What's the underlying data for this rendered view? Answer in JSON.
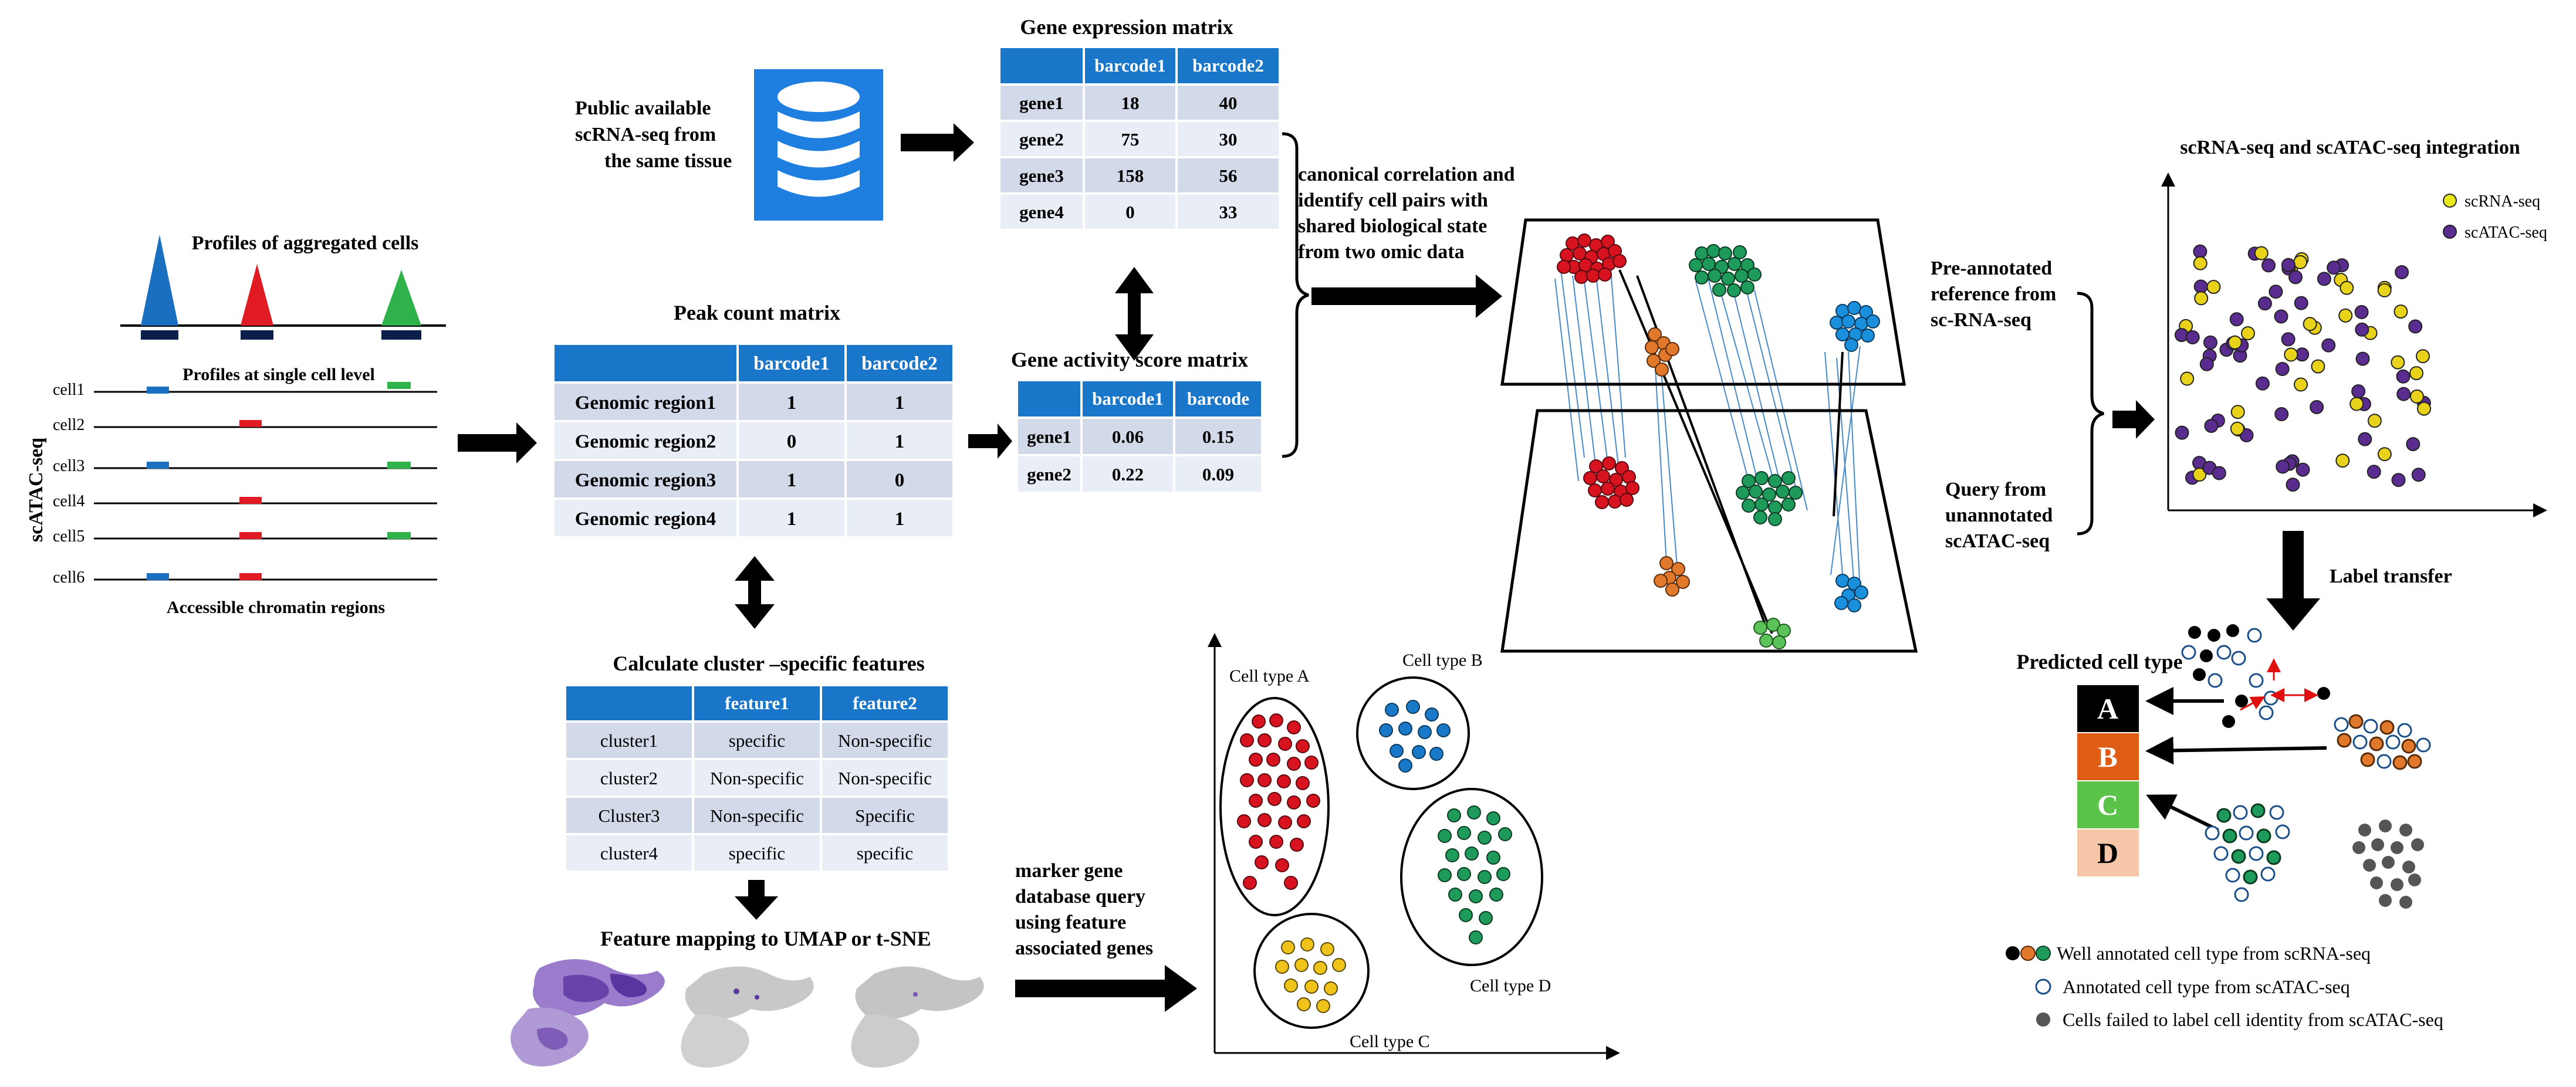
{
  "scatac": {
    "side_label": "scATAC-seq",
    "aggregated_title": "Profiles of aggregated cells",
    "single_title": "Profiles at single cell level",
    "cells": [
      "cell1",
      "cell2",
      "cell3",
      "cell4",
      "cell5",
      "cell6"
    ],
    "axis_label": "Accessible chromatin regions"
  },
  "public": {
    "line1": "Public available",
    "line2": "scRNA-seq from",
    "line3": "the same tissue",
    "icon": "database-icon"
  },
  "gene_expression": {
    "title": "Gene expression matrix",
    "headers": [
      "",
      "barcode1",
      "barcode2"
    ],
    "rows": [
      [
        "gene1",
        "18",
        "40"
      ],
      [
        "gene2",
        "75",
        "30"
      ],
      [
        "gene3",
        "158",
        "56"
      ],
      [
        "gene4",
        "0",
        "33"
      ]
    ]
  },
  "peak_count": {
    "title": "Peak count matrix",
    "headers": [
      "",
      "barcode1",
      "barcode2"
    ],
    "rows": [
      [
        "Genomic region1",
        "1",
        "1"
      ],
      [
        "Genomic region2",
        "0",
        "1"
      ],
      [
        "Genomic region3",
        "1",
        "0"
      ],
      [
        "Genomic region4",
        "1",
        "1"
      ]
    ]
  },
  "gene_activity": {
    "title": "Gene activity score matrix",
    "headers": [
      "",
      "barcode1",
      "barcode"
    ],
    "rows": [
      [
        "gene1",
        "0.06",
        "0.15"
      ],
      [
        "gene2",
        "0.22",
        "0.09"
      ]
    ]
  },
  "cca": {
    "line1": "canonical correlation and",
    "line2": "identify cell pairs with",
    "line3": "shared biological state",
    "line4": "from two omic data"
  },
  "reference": {
    "line1": "Pre-annotated",
    "line2": "reference from",
    "line3": "sc-RNA-seq"
  },
  "query": {
    "line1": "Query from",
    "line2": "unannotated",
    "line3": "scATAC-seq"
  },
  "integration": {
    "title": "scRNA-seq and scATAC-seq integration",
    "legend": [
      "scRNA-seq",
      "scATAC-seq"
    ]
  },
  "cluster_features": {
    "title": "Calculate cluster –specific features",
    "headers": [
      "",
      "feature1",
      "feature2"
    ],
    "rows": [
      [
        "cluster1",
        "specific",
        "Non-specific"
      ],
      [
        "cluster2",
        "Non-specific",
        "Non-specific"
      ],
      [
        "Cluster3",
        "Non-specific",
        "Specific"
      ],
      [
        "cluster4",
        "specific",
        "specific"
      ]
    ]
  },
  "umap": {
    "title": "Feature mapping to UMAP or t-SNE"
  },
  "marker": {
    "line1": "marker gene",
    "line2": "database query",
    "line3": "using feature",
    "line4": "associated genes"
  },
  "cell_types": {
    "a": "Cell type A",
    "b": "Cell type B",
    "c": "Cell type C",
    "d": "Cell type D"
  },
  "label_transfer": "Label transfer",
  "predicted": {
    "title": "Predicted cell type",
    "labels": [
      "A",
      "B",
      "C",
      "D"
    ]
  },
  "legend_bottom": {
    "item1": "Well annotated cell type from scRNA-seq",
    "item2": "Annotated cell type from scATAC-seq",
    "item3": "Cells failed to label cell identity from scATAC-seq"
  },
  "colors": {
    "red": "#d6131f",
    "green": "#1e9a5a",
    "blue": "#1a8fdc",
    "orange": "#e0792c",
    "yellow": "#e8d21a",
    "purple": "#5b2c8f",
    "header_blue": "#1976c8"
  }
}
